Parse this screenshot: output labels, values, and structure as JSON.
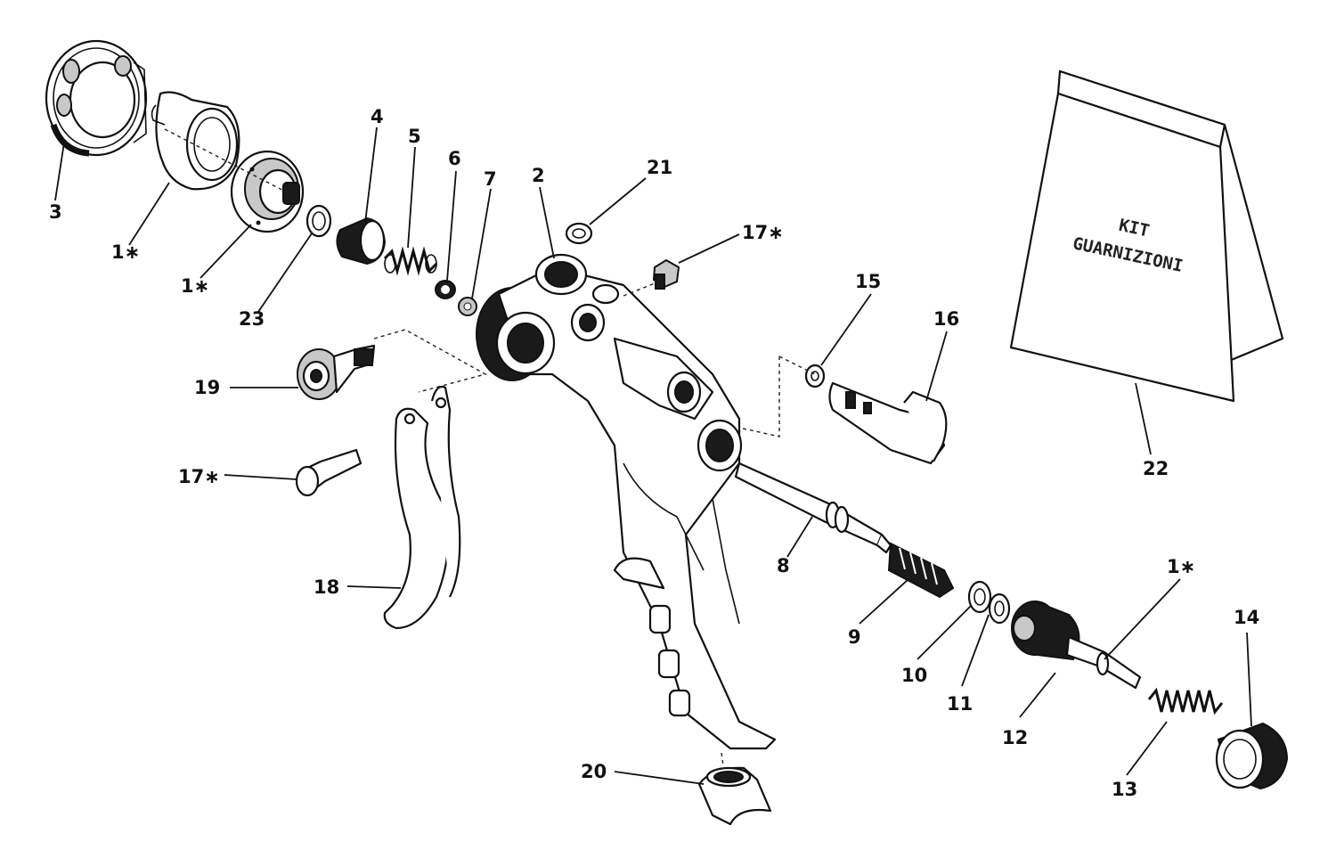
{
  "kit": {
    "line1": "KIT",
    "line2": "GUARNIZIONI"
  },
  "labels": {
    "p1a": "1∗",
    "p1b": "1∗",
    "p1c": "1∗",
    "p2": "2",
    "p3": "3",
    "p4": "4",
    "p5": "5",
    "p6": "6",
    "p7": "7",
    "p8": "8",
    "p9": "9",
    "p10": "10",
    "p11": "11",
    "p12": "12",
    "p13": "13",
    "p14": "14",
    "p15": "15",
    "p16": "16",
    "p17a": "17∗",
    "p17b": "17∗",
    "p18": "18",
    "p19": "19",
    "p20": "20",
    "p21": "21",
    "p22": "22",
    "p23": "23"
  }
}
